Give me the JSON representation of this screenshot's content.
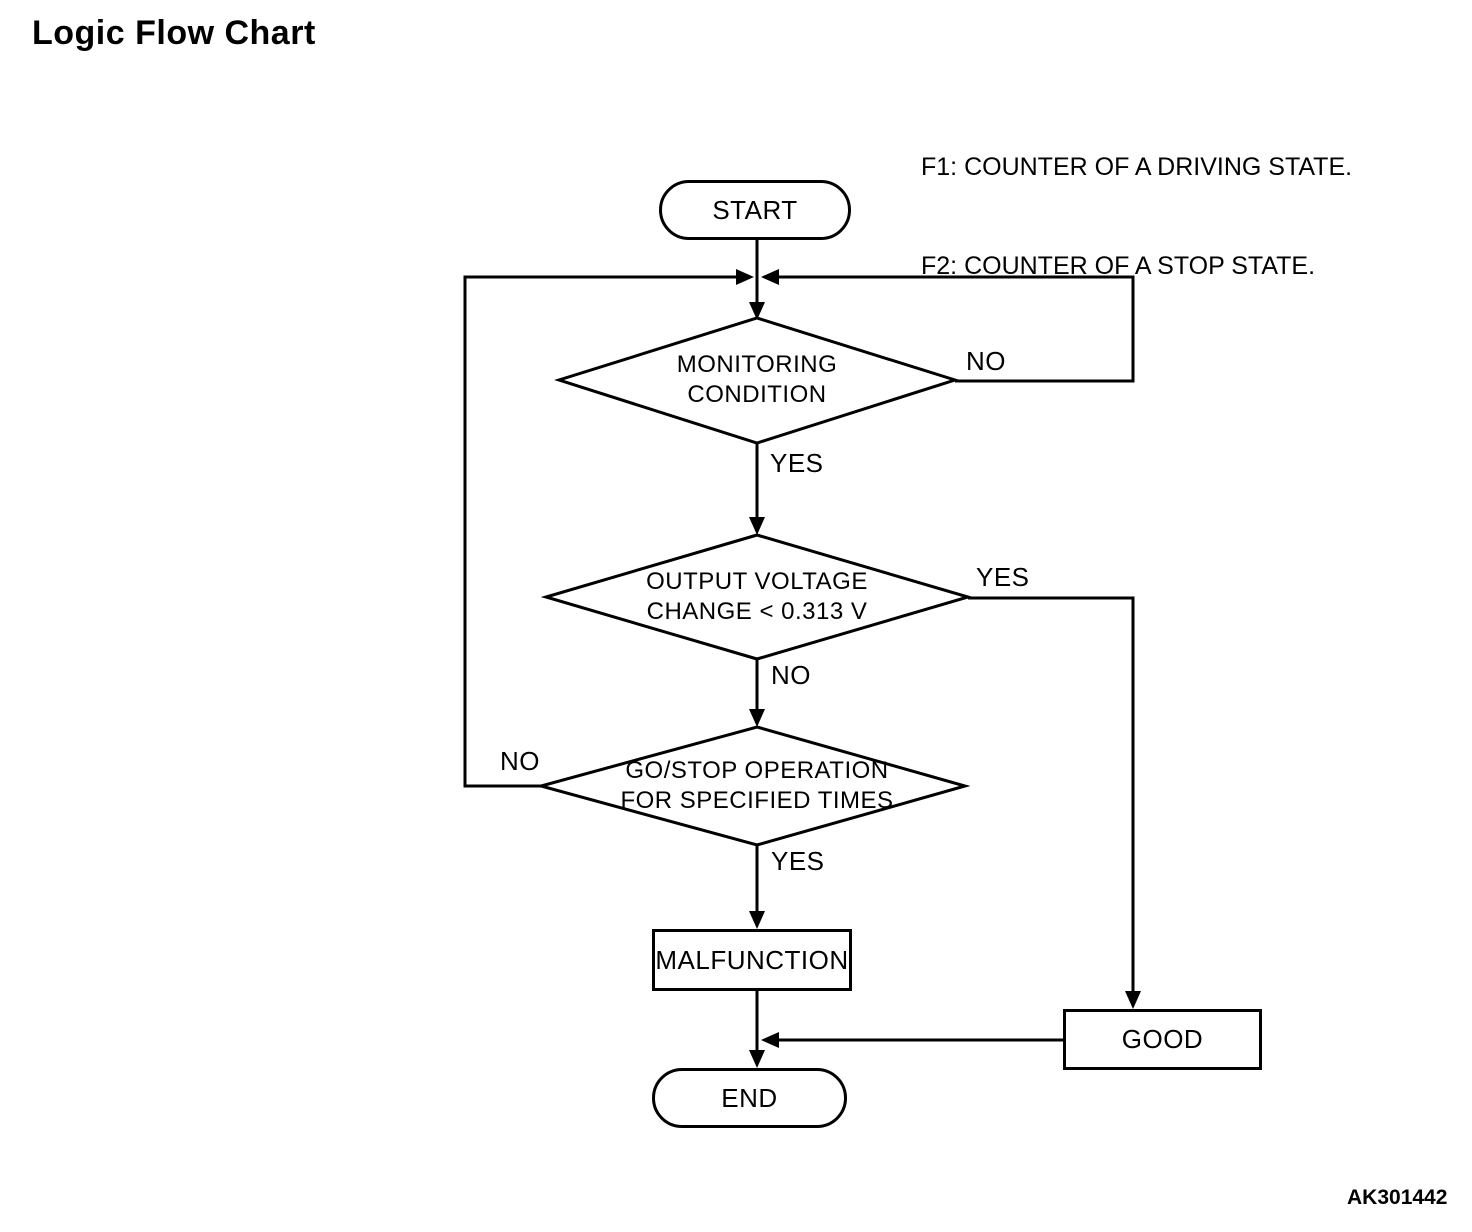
{
  "page": {
    "title": "Logic Flow Chart",
    "figure_code": "AK301442",
    "background_color": "#ffffff",
    "line_color": "#000000"
  },
  "legend": {
    "line1": "F1: COUNTER OF A DRIVING STATE.",
    "line2": "F2: COUNTER OF A STOP STATE."
  },
  "nodes": {
    "start": {
      "type": "terminator",
      "label": "START"
    },
    "monitoring": {
      "type": "decision",
      "label": "MONITORING\nCONDITION"
    },
    "voltage": {
      "type": "decision",
      "label": "OUTPUT VOLTAGE\nCHANGE < 0.313 V"
    },
    "gostop": {
      "type": "decision",
      "label": "GO/STOP OPERATION\nFOR SPECIFIED TIMES"
    },
    "malfunction": {
      "type": "process",
      "label": "MALFUNCTION"
    },
    "good": {
      "type": "process",
      "label": "GOOD"
    },
    "end": {
      "type": "terminator",
      "label": "END"
    }
  },
  "edges": {
    "monitoring_no": "NO",
    "monitoring_yes": "YES",
    "voltage_yes": "YES",
    "voltage_no": "NO",
    "gostop_no": "NO",
    "gostop_yes": "YES"
  }
}
